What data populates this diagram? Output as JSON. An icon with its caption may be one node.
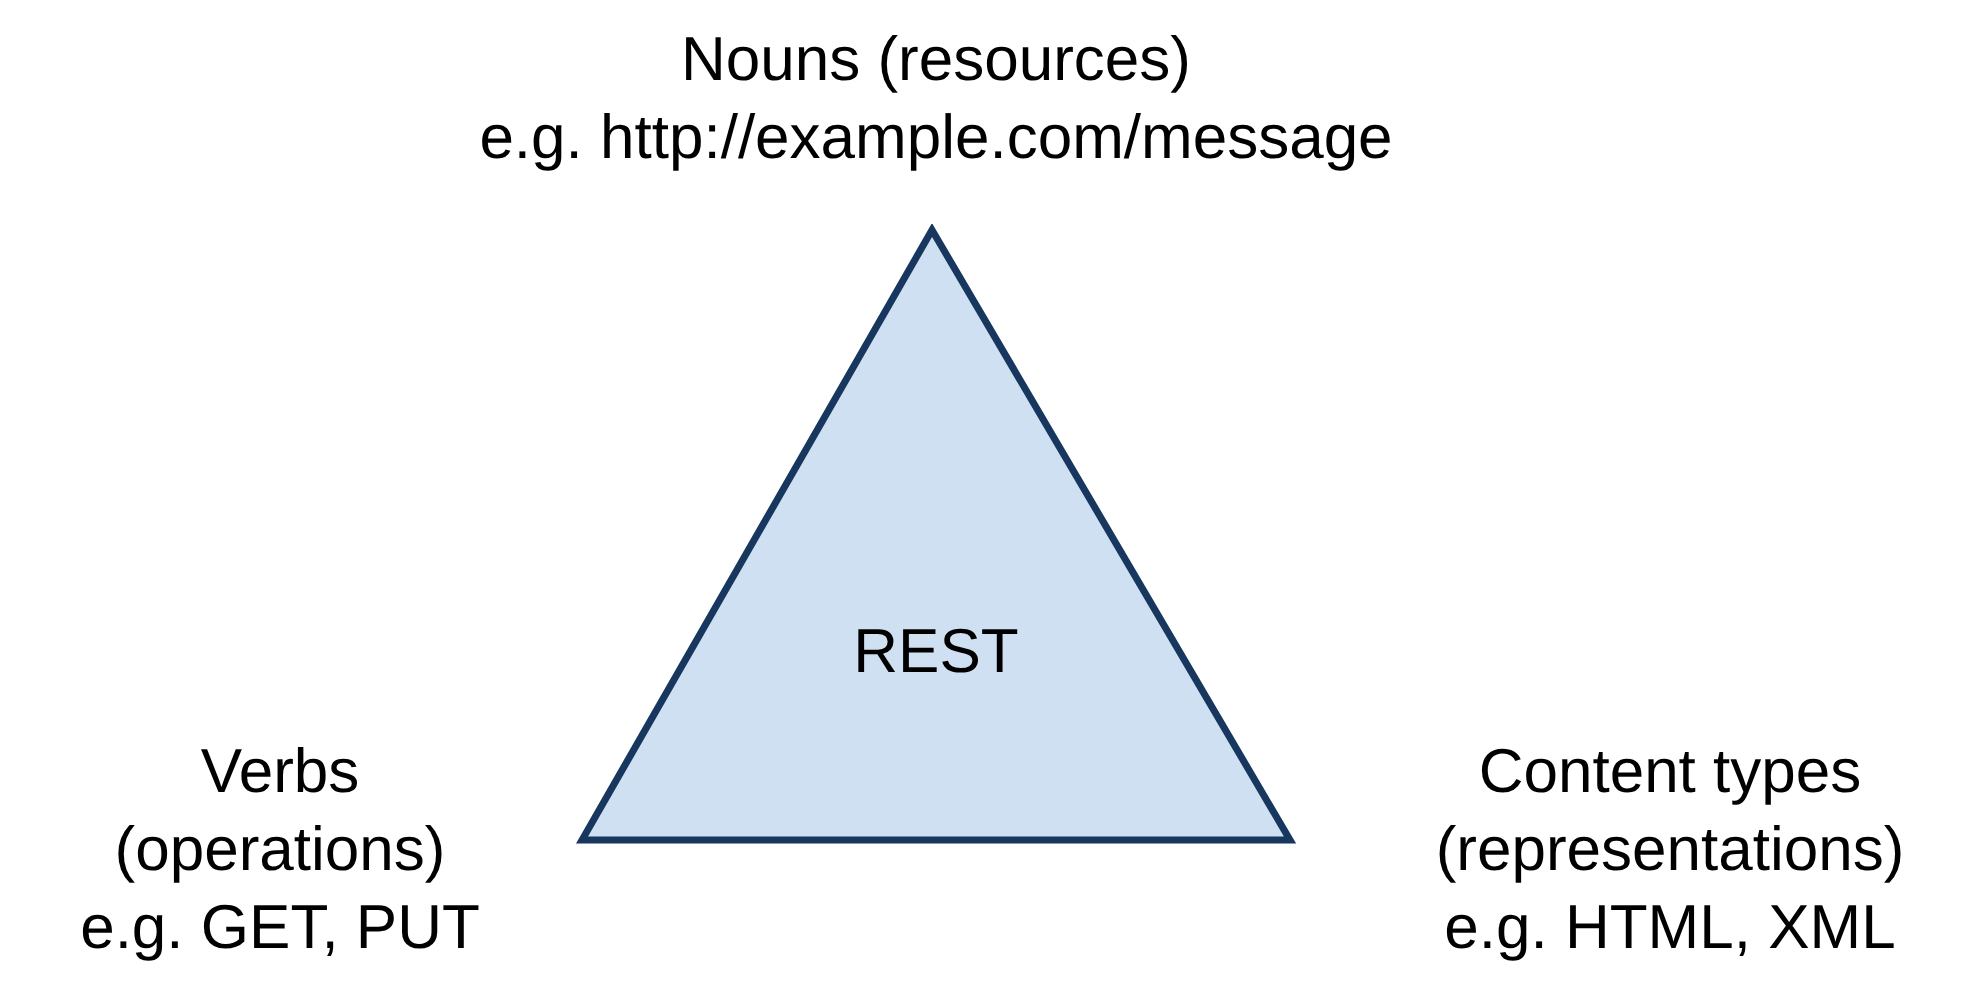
{
  "diagram": {
    "nodes": [
      {
        "text": [
          "REST"
        ]
      }
    ],
    "edges": [],
    "labels": [
      "Nouns (resources)",
      "e.g. http://example.com/message",
      "Verbs (operations)",
      "e.g. GET, PUT",
      "Content types (representations)",
      "e.g. HTML, XML"
    ]
  }
}
